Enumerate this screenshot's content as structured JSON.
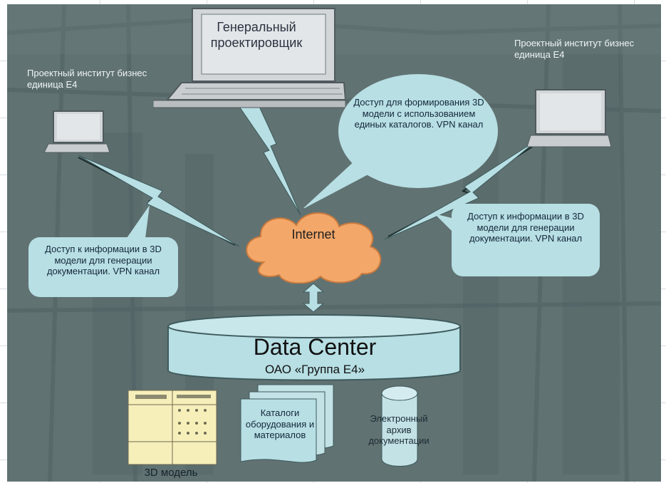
{
  "nodes": {
    "general_designer": "Генеральный проектировщик",
    "design_institute_left": "Проектный институт бизнес единица Е4",
    "design_institute_right": "Проектный институт бизнес единица Е4",
    "internet": "Internet",
    "data_center_title": "Data Center",
    "data_center_subtitle": "ОАО «Группа Е4»",
    "catalogs": "Каталоги оборудования и материалов",
    "archive": "Электронный архив документации",
    "model_3d": "3D модель"
  },
  "callouts": {
    "top": "Доступ для формирования 3D модели с использованием единых каталогов. VPN канал",
    "left": "Доступ к информации в 3D модели для генерации документации. VPN канал",
    "right": "Доступ к информации в 3D модели для генерации документации. VPN канал"
  },
  "colors": {
    "background": "#5f7070",
    "bubble": "#b7dfe4",
    "cloud": "#f3a86a",
    "laptop": "#d2d6d8",
    "model_doc": "#f7efba"
  }
}
